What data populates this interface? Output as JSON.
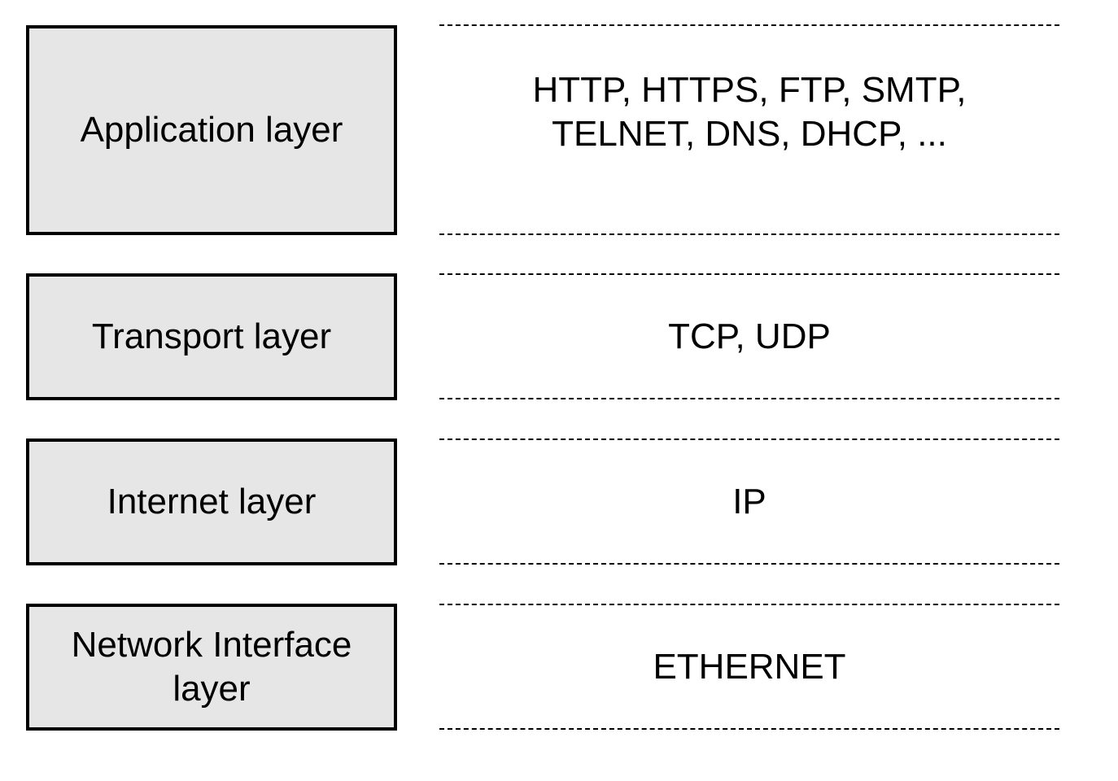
{
  "layers": [
    {
      "name": "Application layer",
      "protocols": "HTTP, HTTPS, FTP, SMTP, TELNET, DNS, DHCP, ..."
    },
    {
      "name": "Transport layer",
      "protocols": "TCP, UDP"
    },
    {
      "name": "Internet layer",
      "protocols": "IP"
    },
    {
      "name": "Network Interface layer",
      "protocols": "ETHERNET"
    }
  ],
  "colors": {
    "box_fill": "#e6e6e6",
    "border": "#000000",
    "background": "#ffffff"
  }
}
